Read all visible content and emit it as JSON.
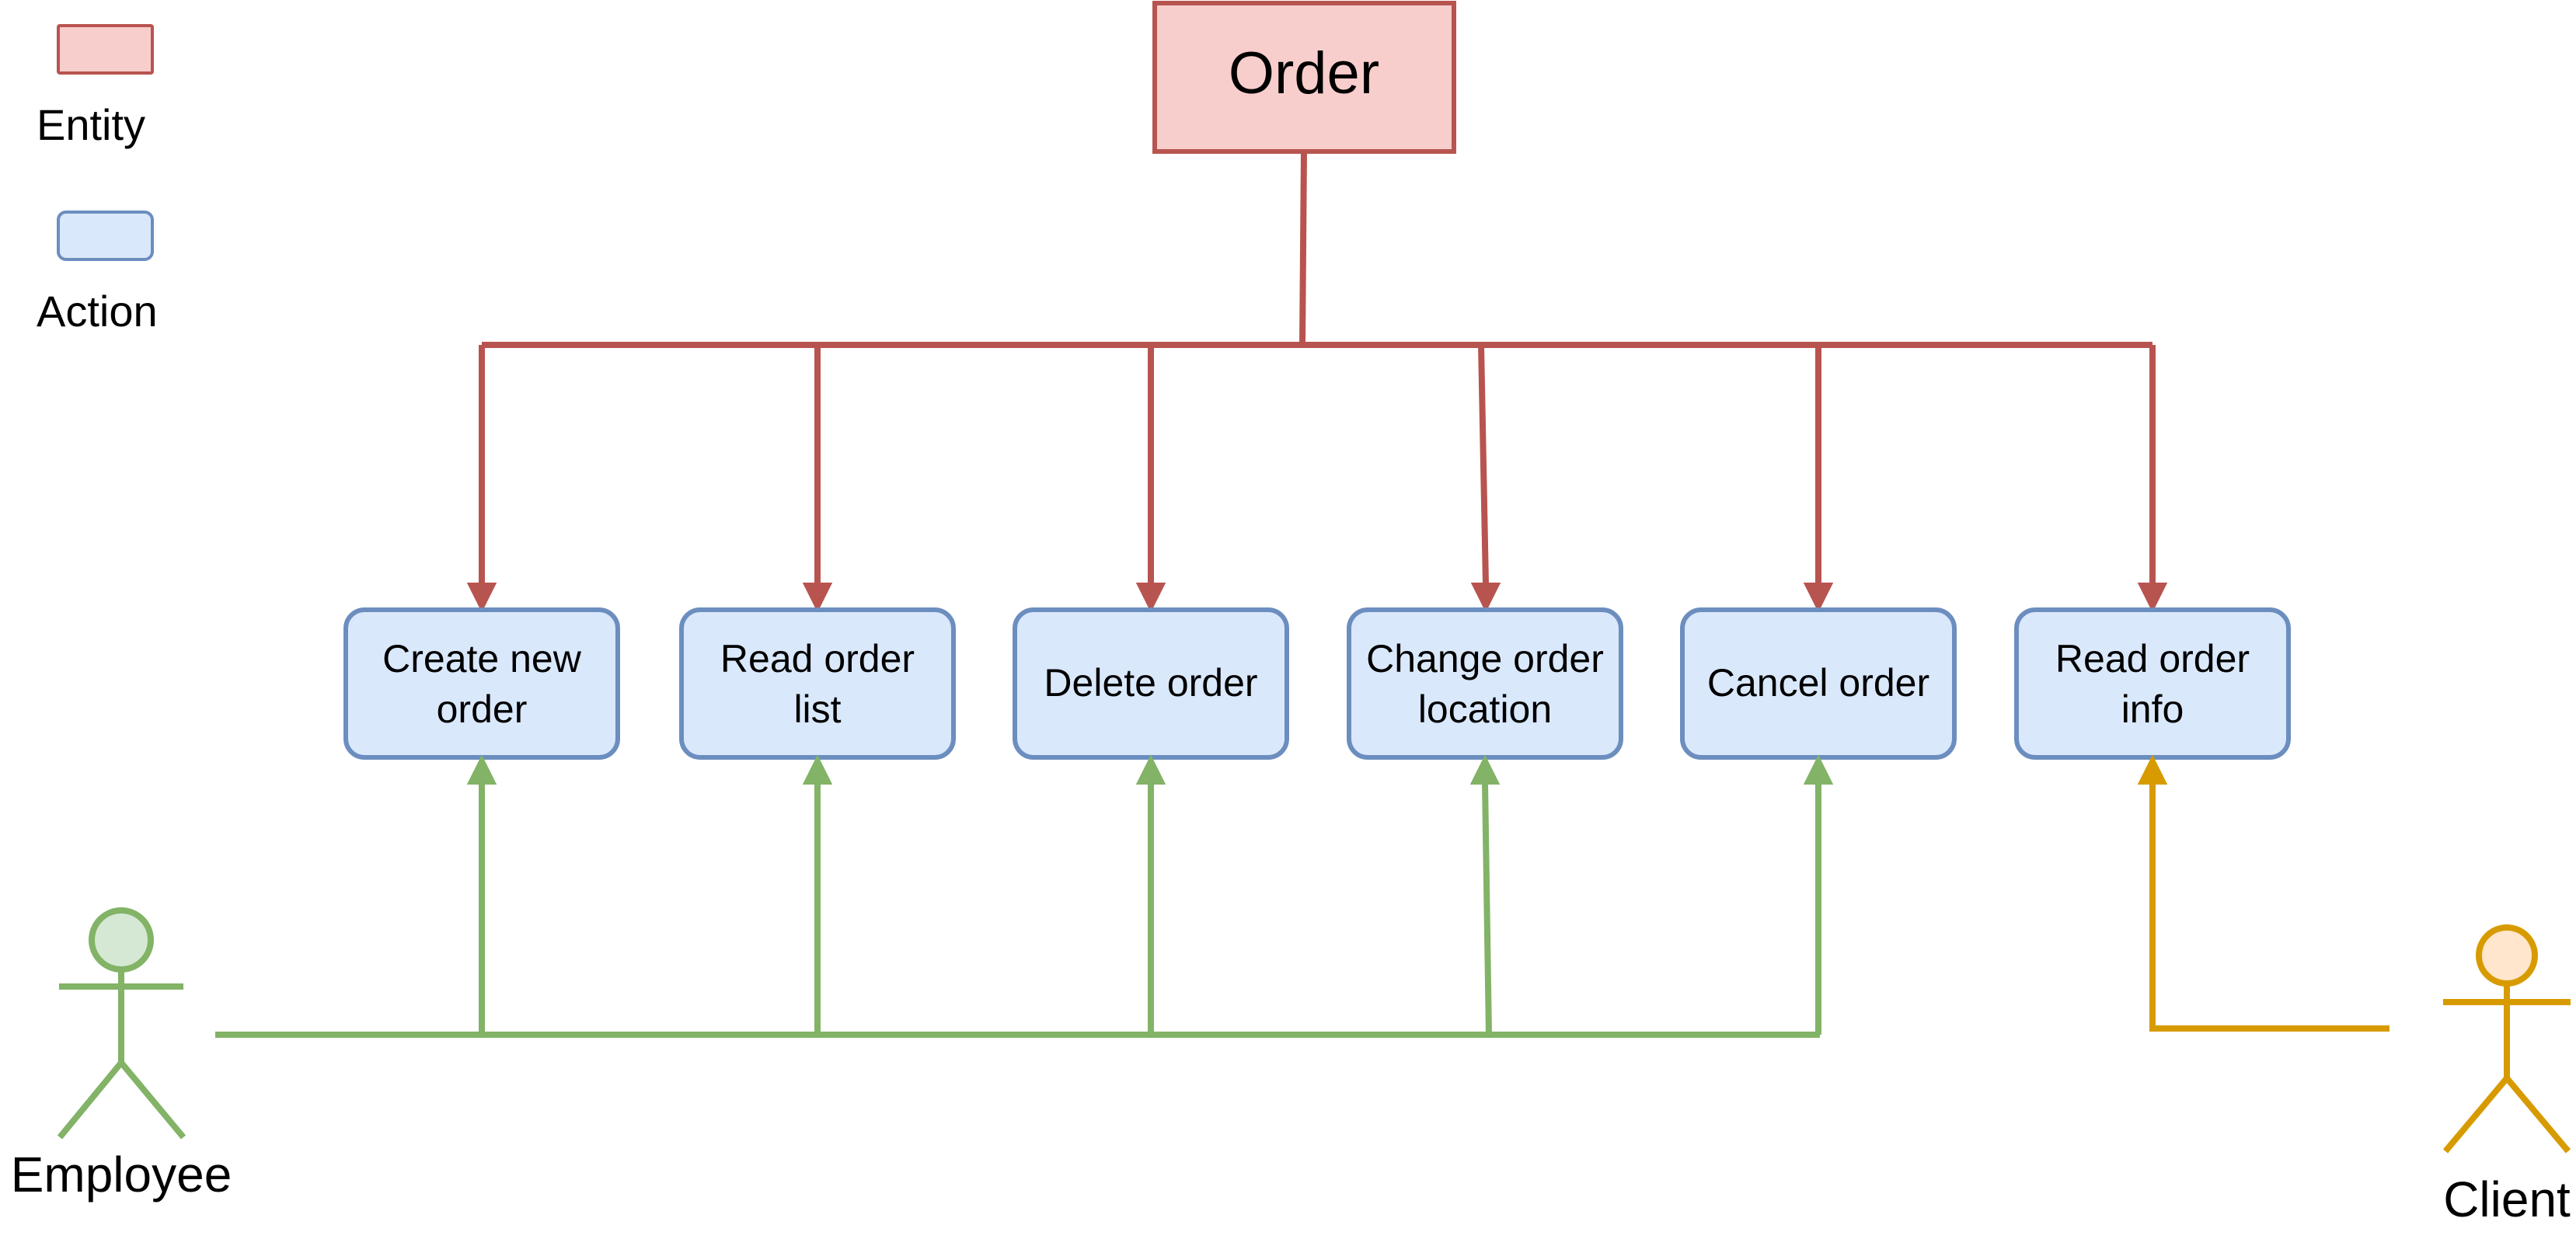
{
  "colors": {
    "entity_fill": "#f8cecc",
    "entity_stroke": "#b85450",
    "action_fill": "#dae8fc",
    "action_stroke": "#6c8ebf",
    "employee_fill": "#d5e8d4",
    "employee_stroke": "#82b366",
    "client_fill": "#ffe6cc",
    "client_stroke": "#d79b00"
  },
  "legend": {
    "entity_label": "Entity",
    "action_label": "Action"
  },
  "entity": {
    "label": "Order"
  },
  "actions": [
    {
      "line1": "Create new",
      "line2": "order"
    },
    {
      "line1": "Read order",
      "line2": "list"
    },
    {
      "line1": "Delete order",
      "line2": ""
    },
    {
      "line1": "Change order",
      "line2": "location"
    },
    {
      "line1": "Cancel order",
      "line2": ""
    },
    {
      "line1": "Read order",
      "line2": "info"
    }
  ],
  "actors": {
    "employee": "Employee",
    "client": "Client"
  }
}
